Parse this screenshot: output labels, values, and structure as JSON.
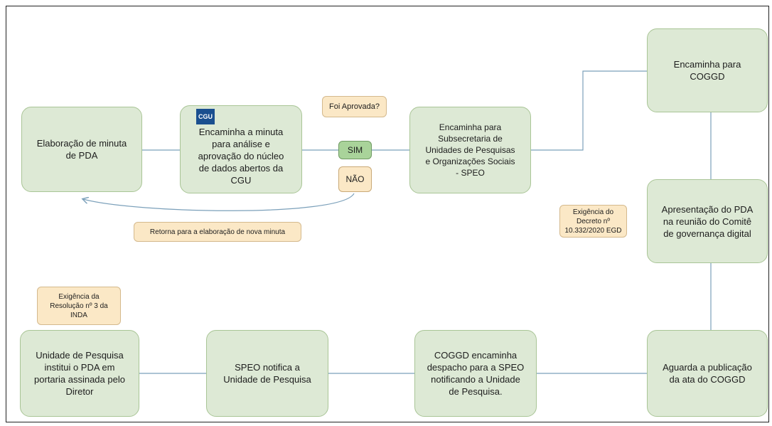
{
  "diagram": {
    "boxes": {
      "elaboracao": "Elaboração de minuta\nde PDA",
      "encaminha_cgu": "Encaminha a minuta\npara análise e\naprovação do núcleo\nde dados abertos da\nCGU",
      "encaminha_speo": "Encaminha para\nSubsecretaria de\nUnidades de Pesquisas\ne Organizações Sociais\n- SPEO",
      "encaminha_coggd": "Encaminha para\nCOGGD",
      "apresentacao": "Apresentação do PDA\nna reunião do Comitê\nde governança digital",
      "aguarda": "Aguarda a publicação\nda ata do COGGD",
      "coggd_encaminha": "COGGD encaminha\ndespacho para a SPEO\nnotificando a Unidade\nde Pesquisa.",
      "speo_notifica": "SPEO notifica a\nUnidade de Pesquisa",
      "unidade_institui": "Unidade de Pesquisa\ninstitui o PDA em\nportaria assinada pelo\nDiretor"
    },
    "logo_text": "CGU",
    "decision": {
      "question": "Foi Aprovada?",
      "yes": "SIM",
      "no": "NÃO"
    },
    "notes": {
      "retorna": "Retorna para a elaboração de nova minuta",
      "exigencia_decreto": "Exigência do\nDecreto nº\n10.332/2020 EGD",
      "exigencia_resolucao": "Exigência da\nResolução nº 3 da\nINDA"
    },
    "colors": {
      "box_fill": "#dde9d5",
      "box_border": "#a9c596",
      "note_fill": "#fbe8c6",
      "yes_fill": "#a9d39a",
      "connector": "#7ba0ba"
    }
  }
}
